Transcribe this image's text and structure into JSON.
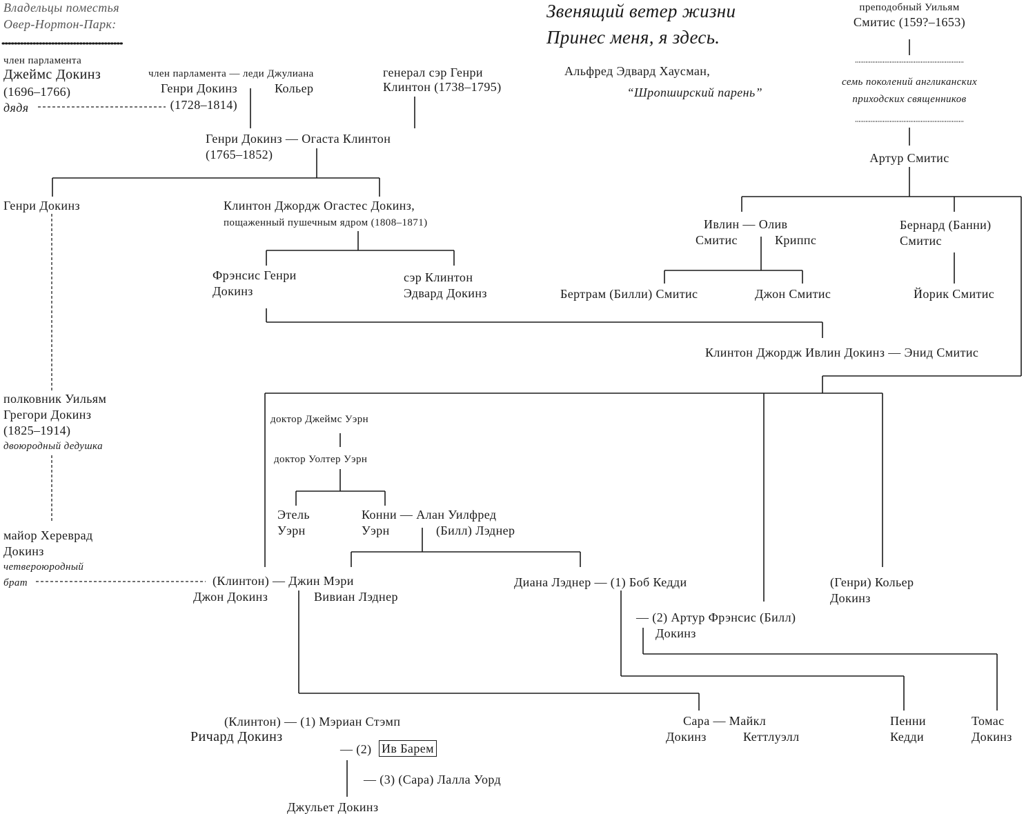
{
  "estate": {
    "line1": "Владельцы поместья",
    "line2": "Овер-Нортон-Парк:"
  },
  "epigraph": {
    "line1": "Звенящий ветер жизни",
    "line2": "Принес меня, я здесь.",
    "author": "Альфред Эдвард Хаусман,",
    "source": "“Шропширский парень”"
  },
  "people": {
    "james_title": "член парламента",
    "james_name": "Джеймс Докинз",
    "james_years": "(1696–1766)",
    "james_rel": "дядя",
    "henry1_line": "член парламента — леди Джулиана",
    "henry1_name": "Генри Докинз",
    "henry1_years": "(1728–1814)",
    "juliana_surname": "Кольер",
    "clinton_gen_1": "генерал сэр Генри",
    "clinton_gen_2": "Клинтон (1738–1795)",
    "henry2_couple": "Генри Докинз — Огаста Клинтон",
    "henry2_years": "(1765–1852)",
    "henry3_name": "Генри Докинз",
    "cgo_1": "Клинтон Джордж Огастес Докинз,",
    "cgo_2": "пощаженный пушечным ядром (1808–1871)",
    "francis_1": "Фрэнсис Генри",
    "francis_2": "Докинз",
    "sir_clinton_1": "сэр Клинтон",
    "sir_clinton_2": "Эдвард Докинз",
    "william_title": "преподобный Уильям",
    "william_name": "Смитис (159?–1653)",
    "generations_1": "семь поколений англиканских",
    "generations_2": "приходских священников",
    "arthur_smythies": "Артур Смитис",
    "evelyn_couple": "Ивлин — Олив",
    "evelyn_surname": "Смитис",
    "olive_surname": "Криппс",
    "bernard_1": "Бернард (Банни)",
    "bernard_2": "Смитис",
    "bertram": "Бертрам (Билли) Смитис",
    "john_smythies": "Джон Смитис",
    "yorick": "Йорик Смитис",
    "cge_couple": "Клинтон Джордж Ивлин Докинз — Энид Смитис",
    "colonel_1": "полковник Уильям",
    "colonel_2": "Грегори Докинз",
    "colonel_3": "(1825–1914)",
    "colonel_rel": "двоюродный дедушка",
    "major_1": "майор Хереврад",
    "major_2": "Докинз",
    "major_rel_1": "четвероюродный",
    "major_rel_2": "брат",
    "dr_james": "доктор Джеймс Уэрн",
    "dr_walter": "доктор Уолтер Уэрн",
    "ethel_1": "Этель",
    "ethel_2": "Уэрн",
    "connie_couple": "Конни — Алан Уилфред",
    "connie_surname": "Уэрн",
    "alan_surname": "(Билл) Лэднер",
    "john_couple": "(Клинтон) — Джин Мэри",
    "john_name": "Джон Докинз",
    "jean_surname": "Вивиан Лэднер",
    "diana_couple": "Диана Лэднер — (1) Боб Кедди",
    "arthur_francis_1": "— (2) Артур Фрэнсис (Билл)",
    "arthur_francis_2": "Докинз",
    "henry_colyer_1": "(Генри) Кольер",
    "henry_colyer_2": "Докинз",
    "richard_couple": "(Клинтон) — (1) Мэриан Стэмп",
    "richard_name": "Ричард Докинз",
    "wife2_dash": "— (2)",
    "wife2_name": "Ив Барем",
    "wife3": "— (3) (Сара) Лалла Уорд",
    "juliet": "Джульет Докинз",
    "sarah_couple": "Сара — Майкл",
    "sarah_surname": "Докинз",
    "michael_surname": "Кеттлуэлл",
    "penny_1": "Пенни",
    "penny_2": "Кедди",
    "thomas_1": "Томас",
    "thomas_2": "Докинз"
  }
}
